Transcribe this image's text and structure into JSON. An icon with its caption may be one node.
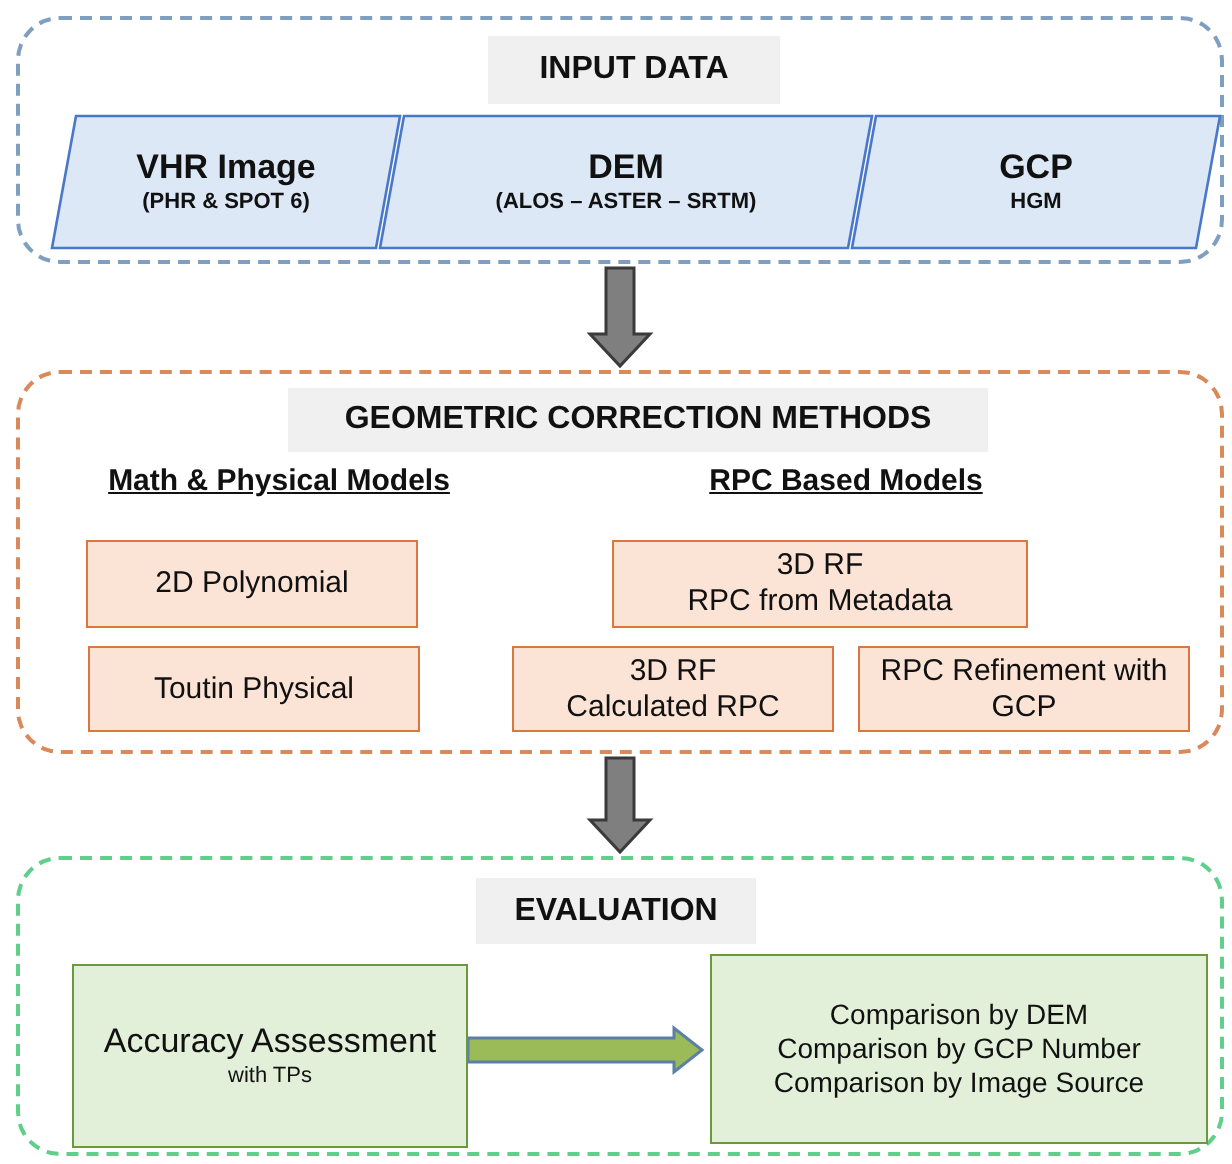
{
  "diagram": {
    "nodes": [
      {
        "text": [
          "INPUT DATA"
        ]
      },
      {
        "text": [
          "VHR Image",
          "(PHR & SPOT 6)"
        ],
        "in": 0
      },
      {
        "text": [
          "DEM",
          "(ALOS – ASTER – SRTM)"
        ],
        "in": 0
      },
      {
        "text": [
          "GCP",
          "HGM"
        ],
        "in": 0
      },
      {
        "text": [
          "GEOMETRIC CORRECTION METHODS"
        ]
      },
      {
        "text": [
          "2D Polynomial"
        ],
        "in": 4
      },
      {
        "text": [
          "Toutin Physical"
        ],
        "in": 4
      },
      {
        "text": [
          "3D RF",
          "RPC from Metadata"
        ],
        "in": 4
      },
      {
        "text": [
          "3D RF",
          "Calculated RPC"
        ],
        "in": 4
      },
      {
        "text": [
          "RPC Refinement with GCP"
        ],
        "in": 4
      },
      {
        "text": [
          "EVALUATION"
        ]
      },
      {
        "text": [
          "Accuracy Assessment",
          "with TPs"
        ],
        "in": 10
      },
      {
        "text": [
          "Comparison by DEM",
          "Comparison by GCP Number",
          "Comparison by Image Source"
        ],
        "in": 10
      }
    ],
    "edges": [
      {
        "from": 0,
        "to": 4,
        "arrow": "to",
        "style": "thick"
      },
      {
        "from": 4,
        "to": 10,
        "arrow": "to",
        "style": "thick"
      },
      {
        "from": 11,
        "to": 12,
        "arrow": "to",
        "style": "thick",
        "color": "#9bbb59"
      }
    ],
    "labels": [
      "Math & Physical Models",
      "RPC Based Models"
    ]
  }
}
